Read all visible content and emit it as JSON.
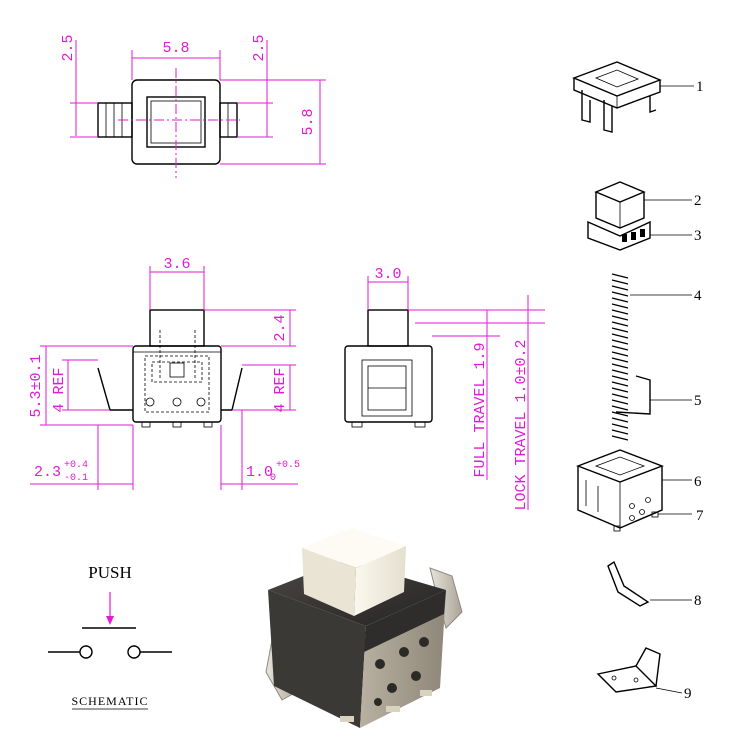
{
  "dimensions": {
    "top_left_lead": "2.5",
    "top_width": "5.8",
    "top_right_lead": "2.5",
    "top_height": "5.8",
    "front_actuator_width": "3.6",
    "front_actuator_height": "2.4",
    "front_body_height": "5.3±0.1",
    "front_ref_left": "4 REF",
    "front_ref_right": "4 REF",
    "front_left_offset_base": "2.3",
    "front_left_offset_plus": "+0.4",
    "front_left_offset_minus": "-0.1",
    "front_right_offset_base": "1.0",
    "front_right_offset_sub": "0",
    "front_right_offset_plus": "+0.5",
    "side_actuator_width": "3.0",
    "full_travel": "FULL TRAVEL 1.9",
    "lock_travel": "LOCK TRAVEL 1.0±0.2"
  },
  "parts": [
    "1",
    "2",
    "3",
    "4",
    "5",
    "6",
    "7",
    "8",
    "9"
  ],
  "schematic": {
    "push_label": "PUSH",
    "title": "SCHEMATIC"
  },
  "colors": {
    "dimension": "#e21bd6",
    "outline": "#000000",
    "housing": "#3a3836",
    "actuator": "#f3efe2"
  }
}
